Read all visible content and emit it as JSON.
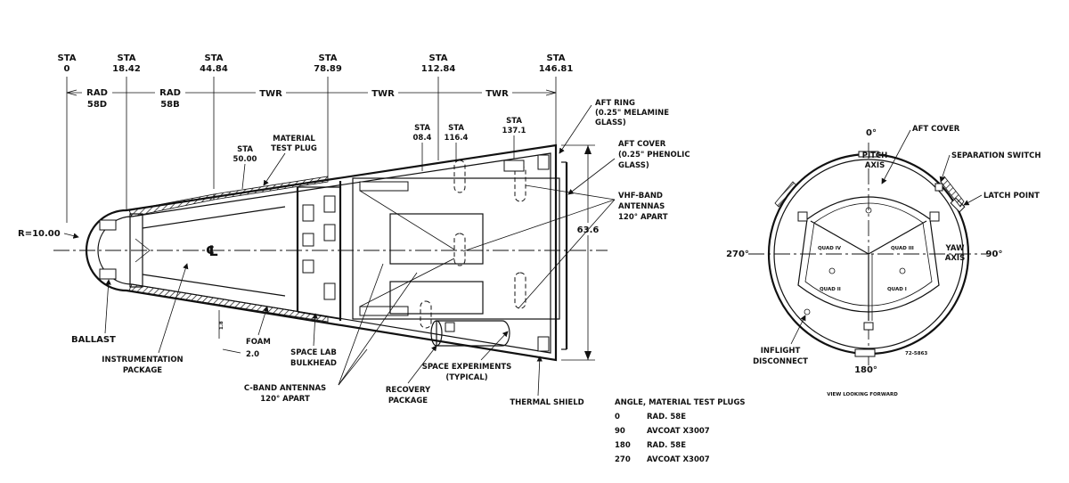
{
  "stations": [
    {
      "top": "STA",
      "value": "0"
    },
    {
      "top": "STA",
      "value": "18.42"
    },
    {
      "top": "STA",
      "value": "44.84"
    },
    {
      "top": "STA",
      "value": "78.89"
    },
    {
      "top": "STA",
      "value": "112.84"
    },
    {
      "top": "STA",
      "value": "146.81"
    }
  ],
  "zones": [
    "RAD",
    "58D",
    "RAD",
    "58B",
    "TWR",
    "TWR",
    "TWR"
  ],
  "inner_stations": [
    {
      "top": "STA",
      "value": "08.4"
    },
    {
      "top": "STA",
      "value": "116.4"
    },
    {
      "top": "STA",
      "value": "137.1"
    }
  ],
  "side_labels": {
    "radius": "R=10.00",
    "sta50_top": "STA",
    "sta50_val": "50.00",
    "mtp1": "MATERIAL",
    "mtp2": "TEST PLUG",
    "aft_ring1": "AFT RING",
    "aft_ring2": "(0.25\" MELAMINE",
    "aft_ring3": "GLASS)",
    "aft_cover1": "AFT COVER",
    "aft_cover2": "(0.25\" PHENOLIC",
    "aft_cover3": "GLASS)",
    "vhf1": "VHF-BAND",
    "vhf2": "ANTENNAS",
    "vhf3": "120° APART",
    "dim_height": "63.6",
    "centerline": "℄",
    "ballast": "BALLAST",
    "instr1": "INSTRUMENTATION",
    "instr2": "PACKAGE",
    "foam": "FOAM",
    "dim_18": "1.8",
    "dim_20": "2.0",
    "bulk1": "SPACE LAB",
    "bulk2": "BULKHEAD",
    "cband1": "C-BAND ANTENNAS",
    "cband2": "120° APART",
    "recov1": "RECOVERY",
    "recov2": "PACKAGE",
    "spexp1": "SPACE EXPERIMENTS",
    "spexp2": "(TYPICAL)",
    "thermal": "THERMAL SHIELD"
  },
  "plug_table": {
    "header": "ANGLE, MATERIAL TEST PLUGS",
    "rows": [
      {
        "angle": "0",
        "material": "RAD. 58E"
      },
      {
        "angle": "90",
        "material": "AVCOAT X3007"
      },
      {
        "angle": "180",
        "material": "RAD. 58E"
      },
      {
        "angle": "270",
        "material": "AVCOAT X3007"
      }
    ]
  },
  "end_view": {
    "deg0": "0°",
    "pitch1": "PITCH",
    "pitch2": "AXIS",
    "aft_cover": "AFT COVER",
    "sep_switch": "SEPARATION SWITCH",
    "latch": "LATCH POINT",
    "deg270": "270°",
    "deg90": "90°",
    "yaw1": "YAW",
    "yaw2": "AXIS",
    "deg180": "180°",
    "inflight1": "INFLIGHT",
    "inflight2": "DISCONNECT",
    "view": "VIEW LOOKING FORWARD",
    "quad1": "QUAD I",
    "quad2": "QUAD II",
    "quad3": "QUAD III",
    "quad4": "QUAD IV",
    "ref": "72-5863"
  }
}
